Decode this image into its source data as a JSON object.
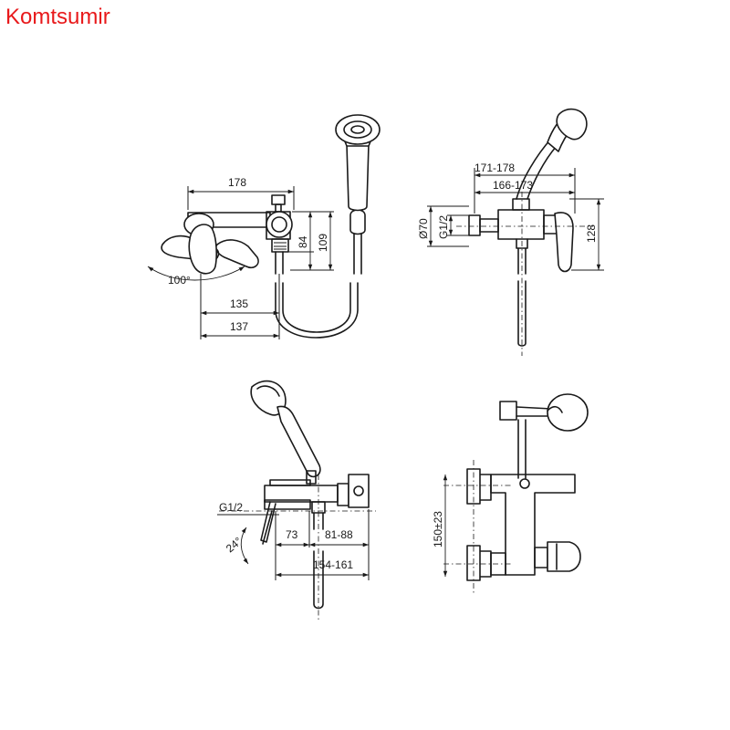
{
  "brand": {
    "text": "Komtsumir",
    "color": "#e8191b"
  },
  "views": {
    "top": {
      "dim_width": "178",
      "dim_height_inner": "84",
      "dim_height_outer": "109",
      "dim_depth_inner": "135",
      "dim_depth_outer": "137",
      "rotation_angle": "100°"
    },
    "side": {
      "dim_span_outer": "171-178",
      "dim_span_inner": "166-173",
      "dim_diameter": "Ø70",
      "dim_thread": "G1/2",
      "dim_height": "128"
    },
    "front": {
      "dim_thread": "G1/2",
      "dim_offset": "73",
      "dim_range_small": "81-88",
      "dim_angle": "24°",
      "dim_range_large": "154-161"
    },
    "rear": {
      "dim_centers": "150±23"
    }
  },
  "colors": {
    "line": "#1a1a1a",
    "background": "#ffffff"
  }
}
